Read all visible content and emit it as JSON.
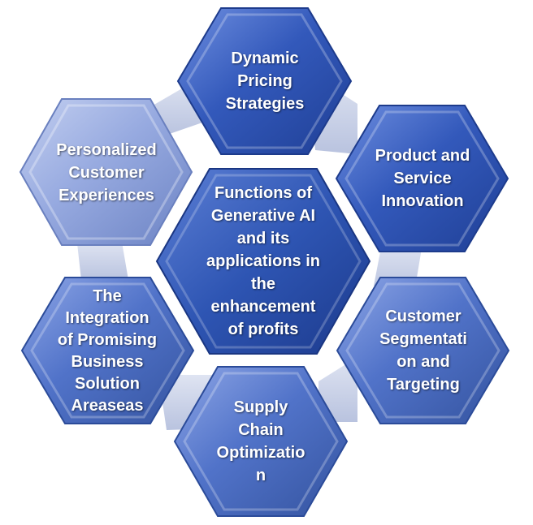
{
  "center": {
    "label": "Functions of\nGenerative AI\nand its\napplications in\nthe\nenhancement\nof profits"
  },
  "nodes": [
    {
      "id": "top",
      "label": "Dynamic\nPricing\nStrategies",
      "tone": "dark"
    },
    {
      "id": "upper-right",
      "label": "Product and\nService\nInnovation",
      "tone": "dark"
    },
    {
      "id": "lower-right",
      "label": "Customer\nSegmentati\non and\nTargeting",
      "tone": "mid"
    },
    {
      "id": "bottom",
      "label": "Supply\nChain\nOptimizatio\nn",
      "tone": "mid"
    },
    {
      "id": "lower-left",
      "label": "The\nIntegration\nof Promising\nBusiness\nSolution\nAreaseas",
      "tone": "mid"
    },
    {
      "id": "upper-left",
      "label": "Personalized\nCustomer\nExperiences",
      "tone": "light"
    }
  ],
  "colors": {
    "dark": "#2f56b5",
    "mid": "#4d6fc6",
    "light": "#93a6dc",
    "center": "#2d55b2",
    "connector": "#cdd4e8"
  }
}
